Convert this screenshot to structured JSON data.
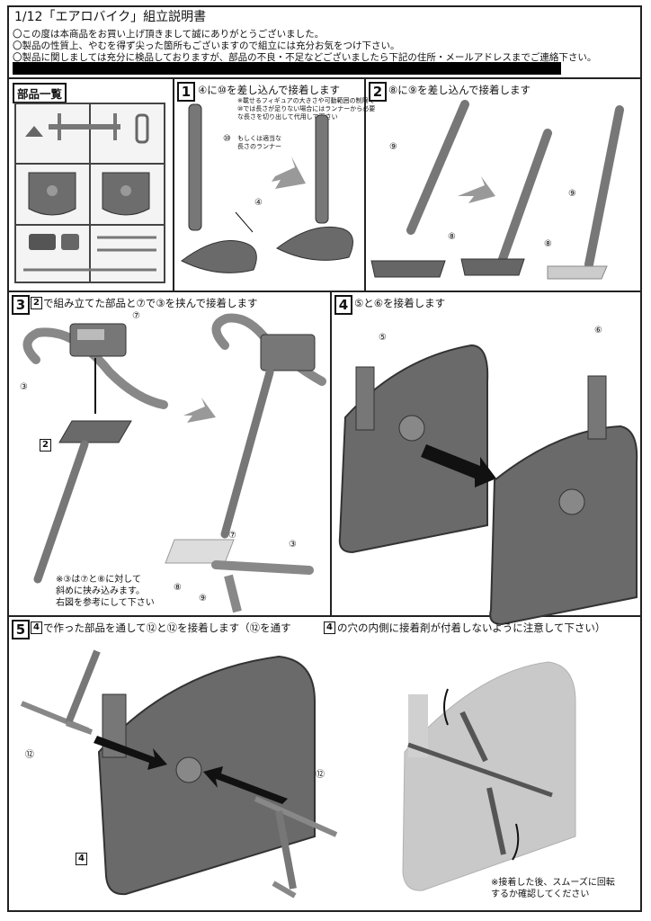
{
  "title": "1/12「エアロバイク」組立説明書",
  "intro": [
    "〇この度は本商品をお買い上げ頂きまして誠にありがとうございました。",
    "〇製品の性質上、やむを得ず尖った箇所もございますので組立には充分お気をつけ下さい。",
    "〇製品に関しましては充分に検品しておりますが、部品の不良・不足などございましたら下記の住所・メールアドレスまでご連絡下さい。"
  ],
  "parts_list_label": "部品一覧",
  "steps": [
    {
      "number": "1",
      "title": "④に⑩を差し込んで接着します",
      "note": "※載せるフィギュアの大きさや可動範囲の制限で\n⑩では長さが足りない場合にはランナーから必要\nな長さを切り出して代用して下さい",
      "callout": "もしくは適当な\n長さのランナー"
    },
    {
      "number": "2",
      "title": "⑧に⑨を差し込んで接着します"
    },
    {
      "number": "3",
      "title": "で組み立てた部品と⑦で③を挟んで接着します",
      "ref": "2",
      "note": "※③は⑦と⑧に対して\n斜めに挟み込みます。\n右図を参考にして下さい"
    },
    {
      "number": "4",
      "title": "⑤と⑥を接着します"
    },
    {
      "number": "5",
      "title_a": "で作った部品を通して⑫と⑫を接着します（⑫を通す",
      "title_b": "の穴の内側に接着剤が付着しないように注意して下さい）",
      "ref": "4",
      "note": "※接着した後、スムーズに回転\nするか確認してください"
    }
  ],
  "markers": {
    "m3": "③",
    "m4": "④",
    "m5": "⑤",
    "m6": "⑥",
    "m7": "⑦",
    "m8": "⑧",
    "m9": "⑨",
    "m10": "⑩",
    "m12": "⑫",
    "box2": "2",
    "box4": "4"
  }
}
